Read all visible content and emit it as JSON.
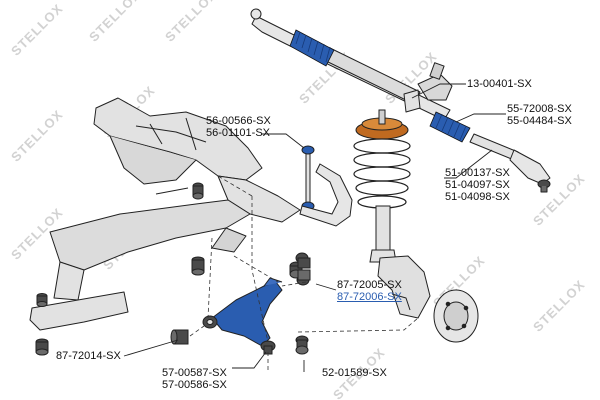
{
  "watermark": {
    "text": "STELLOX"
  },
  "colors": {
    "line": "#222222",
    "part_fill": "#e2e2e2",
    "boot_fill": "#2a5db0",
    "rubber_fill": "#4a4a4a",
    "spring_pad": "#c06a20",
    "highlight_text": "#2a5db0",
    "watermark": "#d2d2d2"
  },
  "callouts": {
    "steering_rack": "13-00401-SX",
    "boot_1": "55-72008-SX",
    "boot_2": "55-04484-SX",
    "link_1": "56-00566-SX",
    "link_2": "56-01101-SX",
    "tie_rod_1": "51-00137-SX",
    "tie_rod_2": "51-04097-SX",
    "tie_rod_3": "51-04098-SX",
    "bushing_1": "87-72005-SX",
    "bushing_2": "87-72006-SX",
    "subframe_bushing": "87-72014-SX",
    "ball_joint": "52-01589-SX",
    "arm_1": "57-00587-SX",
    "arm_2": "57-00586-SX"
  }
}
